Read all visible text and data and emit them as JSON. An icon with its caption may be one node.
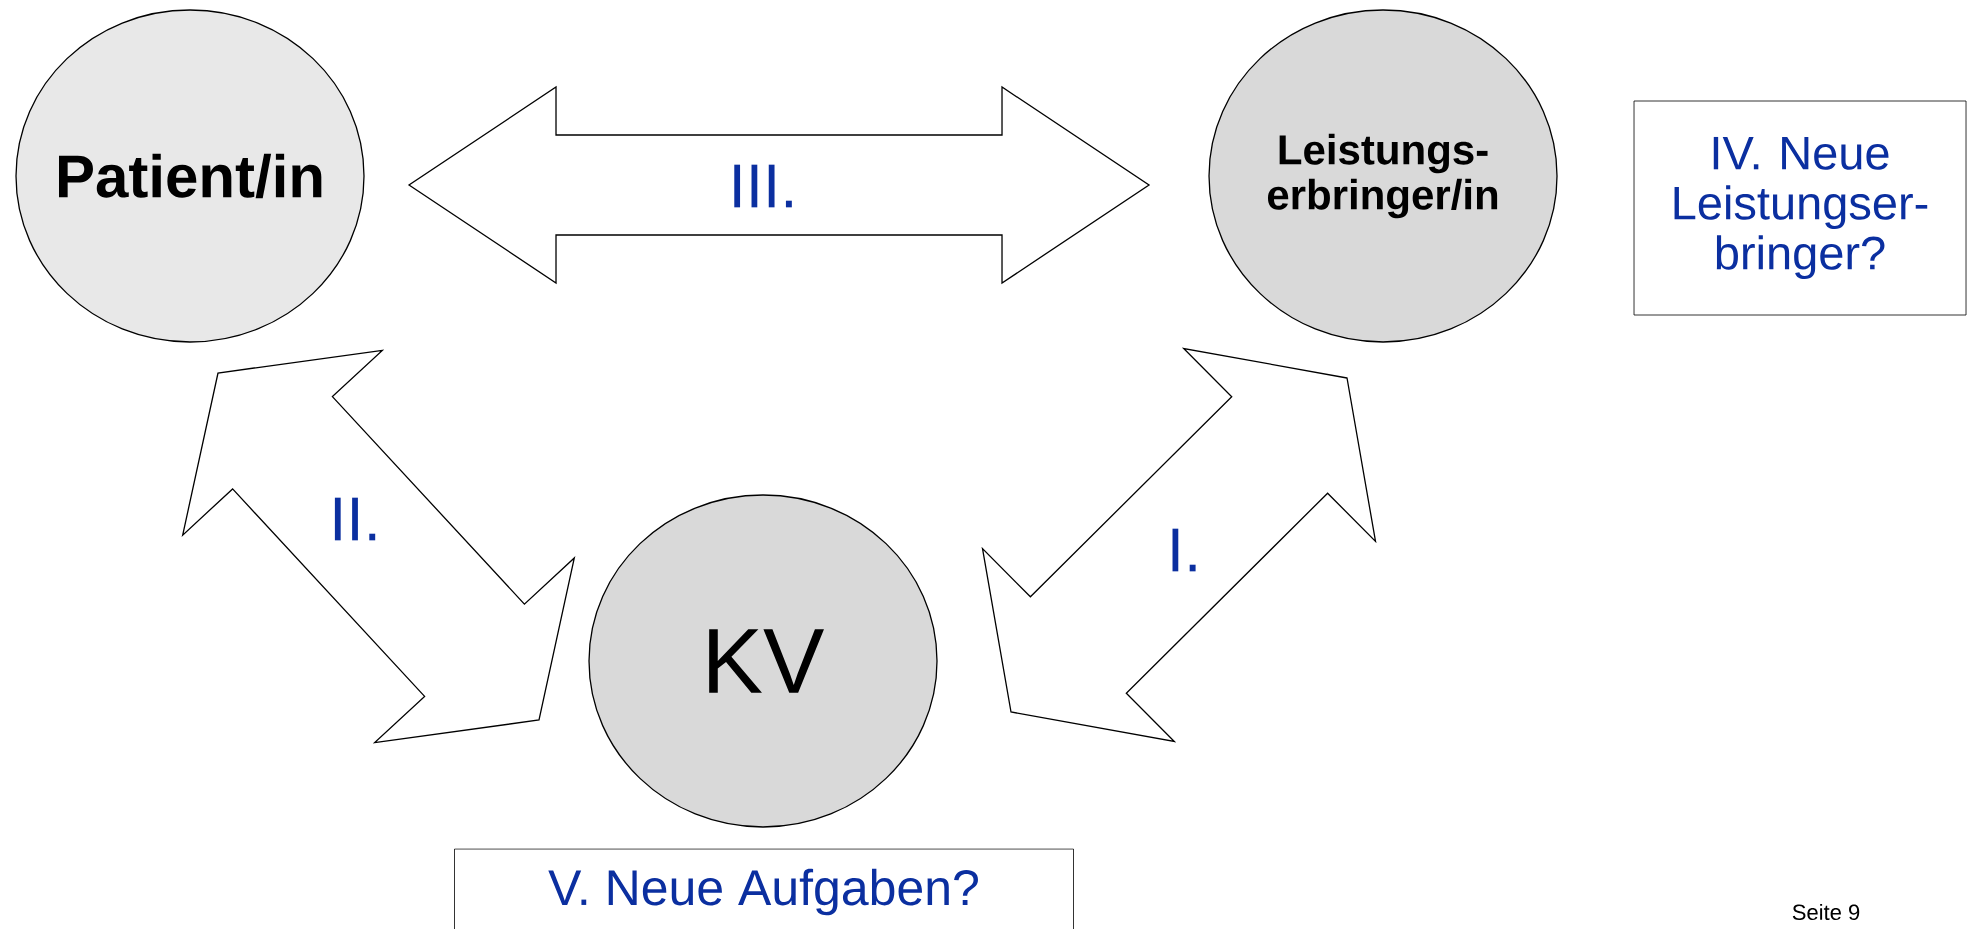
{
  "diagram": {
    "nodes": [
      {
        "text": [
          "Patient/in"
        ]
      },
      {
        "text": [
          "Leistungs- erbringer/in"
        ]
      },
      {
        "text": [
          "IV. Neue Leistungser- bringer?"
        ]
      },
      {
        "text": [
          "KV"
        ]
      },
      {
        "text": [
          "V. Neue Aufgaben?"
        ]
      }
    ],
    "edges": [
      {
        "from": 0,
        "to": 1,
        "arrow": "both",
        "label": "III."
      },
      {
        "from": 0,
        "to": 3,
        "arrow": "both",
        "label": "II."
      },
      {
        "from": 1,
        "to": 3,
        "arrow": "both",
        "label": "I."
      }
    ],
    "labels": [
      "Seite 9"
    ]
  }
}
